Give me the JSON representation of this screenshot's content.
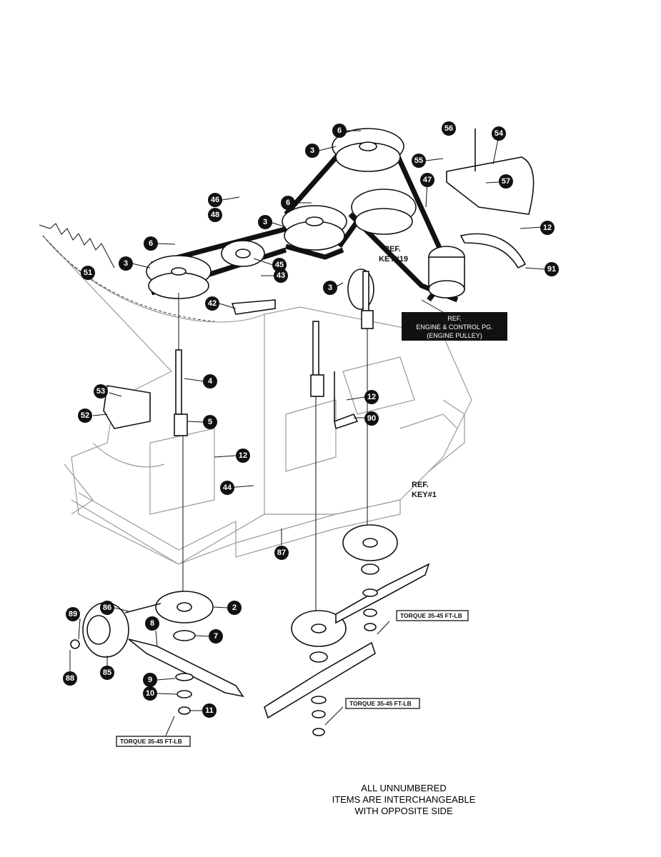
{
  "callouts": [
    {
      "id": "c-6a",
      "label": "6"
    },
    {
      "id": "c-3a",
      "label": "3"
    },
    {
      "id": "c-56",
      "label": "56"
    },
    {
      "id": "c-54",
      "label": "54"
    },
    {
      "id": "c-55",
      "label": "55"
    },
    {
      "id": "c-57",
      "label": "57"
    },
    {
      "id": "c-47",
      "label": "47"
    },
    {
      "id": "c-46",
      "label": "46"
    },
    {
      "id": "c-6b",
      "label": "6"
    },
    {
      "id": "c-48",
      "label": "48"
    },
    {
      "id": "c-3b",
      "label": "3"
    },
    {
      "id": "c-6c",
      "label": "6"
    },
    {
      "id": "c-3c",
      "label": "3"
    },
    {
      "id": "c-45",
      "label": "45"
    },
    {
      "id": "c-43",
      "label": "43"
    },
    {
      "id": "c-51",
      "label": "51"
    },
    {
      "id": "c-42",
      "label": "42"
    },
    {
      "id": "c-3d",
      "label": "3"
    },
    {
      "id": "c-12a",
      "label": "12"
    },
    {
      "id": "c-91",
      "label": "91"
    },
    {
      "id": "c-4",
      "label": "4"
    },
    {
      "id": "c-53",
      "label": "53"
    },
    {
      "id": "c-52",
      "label": "52"
    },
    {
      "id": "c-5",
      "label": "5"
    },
    {
      "id": "c-12b",
      "label": "12"
    },
    {
      "id": "c-90",
      "label": "90"
    },
    {
      "id": "c-12c",
      "label": "12"
    },
    {
      "id": "c-44",
      "label": "44"
    },
    {
      "id": "c-87",
      "label": "87"
    },
    {
      "id": "c-86",
      "label": "86"
    },
    {
      "id": "c-2",
      "label": "2"
    },
    {
      "id": "c-89",
      "label": "89"
    },
    {
      "id": "c-8",
      "label": "8"
    },
    {
      "id": "c-7",
      "label": "7"
    },
    {
      "id": "c-88",
      "label": "88"
    },
    {
      "id": "c-85",
      "label": "85"
    },
    {
      "id": "c-9",
      "label": "9"
    },
    {
      "id": "c-10",
      "label": "10"
    },
    {
      "id": "c-11",
      "label": "11"
    }
  ],
  "refs": {
    "key19": [
      "REF.",
      "KEY#19"
    ],
    "key1": [
      "REF.",
      "KEY#1"
    ],
    "engine": [
      "REF.",
      "ENGINE & CONTROL PG.",
      "(ENGINE PULLEY)"
    ]
  },
  "torque": {
    "label": "TORQUE 35-45 FT-LB"
  },
  "note": [
    "ALL UNNUMBERED",
    "ITEMS ARE INTERCHANGEABLE",
    "WITH OPPOSITE SIDE"
  ]
}
